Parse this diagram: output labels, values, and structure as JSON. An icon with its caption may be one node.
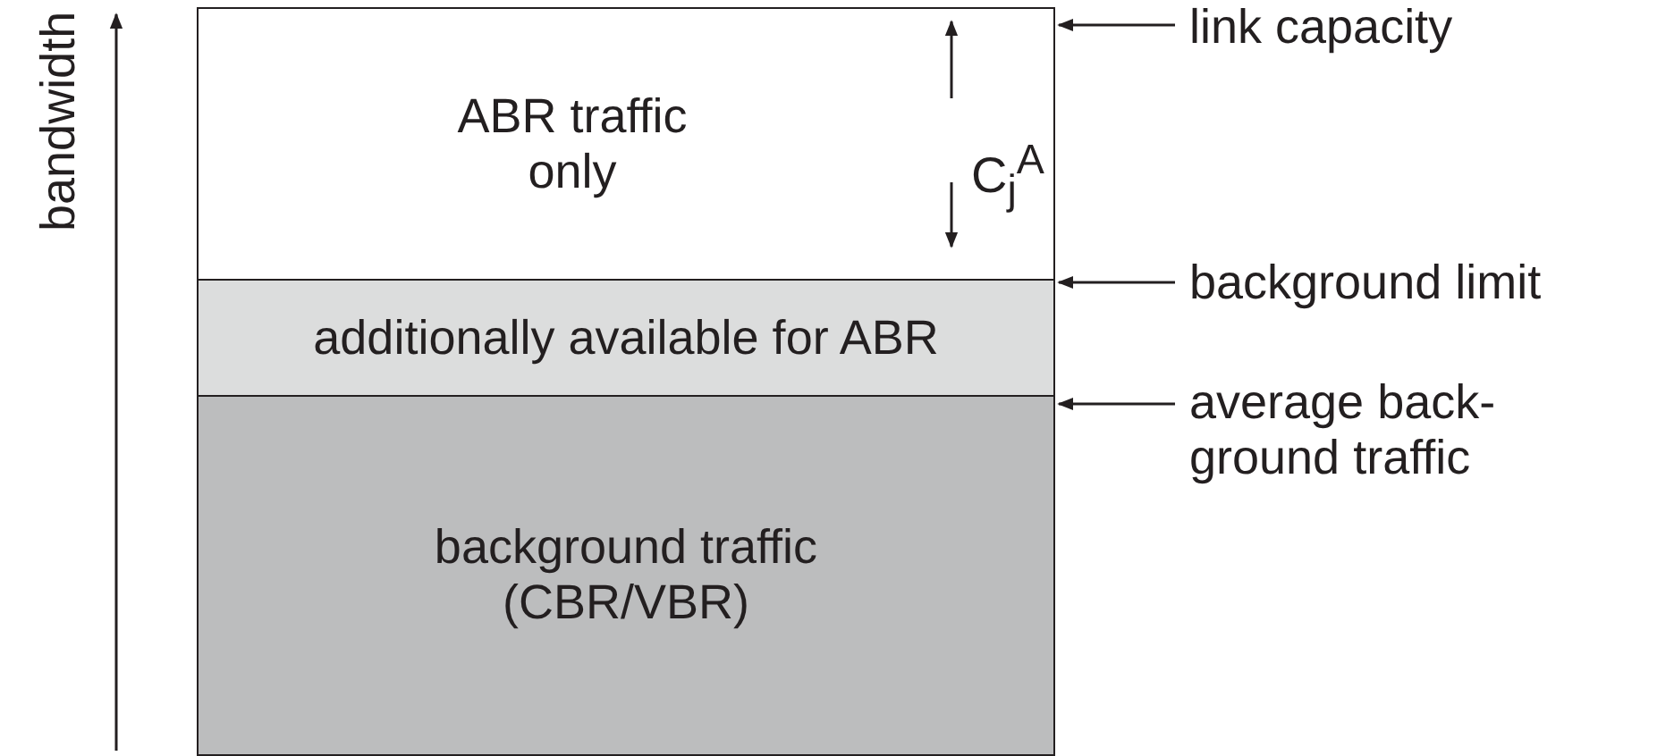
{
  "diagram": {
    "nodes": [
      {
        "text": [
          "ABR traffic only"
        ]
      },
      {
        "text": [
          "additionally available for ABR"
        ]
      },
      {
        "text": [
          "background traffic (CBR/VBR)"
        ]
      },
      {
        "text": [
          "link capacity"
        ]
      },
      {
        "text": [
          "background limit"
        ]
      },
      {
        "text": [
          "average back-ground traffic"
        ]
      }
    ],
    "edges": [
      {
        "from": 3,
        "to": 0,
        "arrow": "to"
      },
      {
        "from": 4,
        "to": 1,
        "arrow": "to"
      },
      {
        "from": 5,
        "to": 2,
        "arrow": "to"
      }
    ],
    "labels": [
      "bandwidth",
      "C$_{j}$$^{A}$"
    ]
  }
}
